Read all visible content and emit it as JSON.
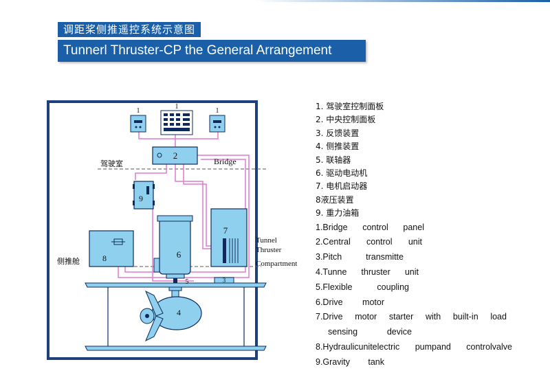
{
  "title_cn": "调距桨侧推遥控系统示意图",
  "title_en": "Tunnerl Thruster-CP the General Arrangement",
  "diagram": {
    "deck_upper_cn": "驾驶室",
    "deck_upper_en": "Bridge",
    "deck_lower_cn": "侧推舱",
    "deck_lower_en": [
      "Tunnel",
      "Thruster",
      "Compartment"
    ],
    "numbers": {
      "n1": "1",
      "n2": "2",
      "n3": "3",
      "n4": "4",
      "n5": "5",
      "n6": "6",
      "n7": "7",
      "n8": "8",
      "n9": "9"
    }
  },
  "legend_cn": [
    "1. 驾驶室控制面板",
    "2. 中央控制面板",
    "3. 反馈装置",
    "4. 侧推装置",
    "5. 联轴器",
    "6. 驱动电动机",
    "7. 电机启动器",
    "8液压装置",
    "9. 重力油箱"
  ],
  "legend_en": [
    [
      "1.Bridge",
      "control",
      "panel"
    ],
    [
      "2.Central",
      "control",
      "unit"
    ],
    [
      "3.Pitch",
      "transmitte"
    ],
    [
      "4.Tunne",
      "thruster",
      "unit"
    ],
    [
      "5.Flexible",
      "coupling"
    ],
    [
      "6.Drive",
      "motor"
    ],
    [
      "7.Drive",
      "motor",
      "starter",
      "with",
      "built-in",
      "load"
    ],
    [
      "sensing",
      "device"
    ],
    [
      "8.Hydraulicunitelectric",
      "pumpand",
      "controlvalve"
    ],
    [
      "9.Gravity",
      "tank"
    ]
  ],
  "colors": {
    "accent": "#1a5fa8",
    "frame": "#1f3f7a",
    "equipment": "#8fd0ee",
    "wiring": "#e07ad0",
    "dark": "#0e2a5c"
  }
}
